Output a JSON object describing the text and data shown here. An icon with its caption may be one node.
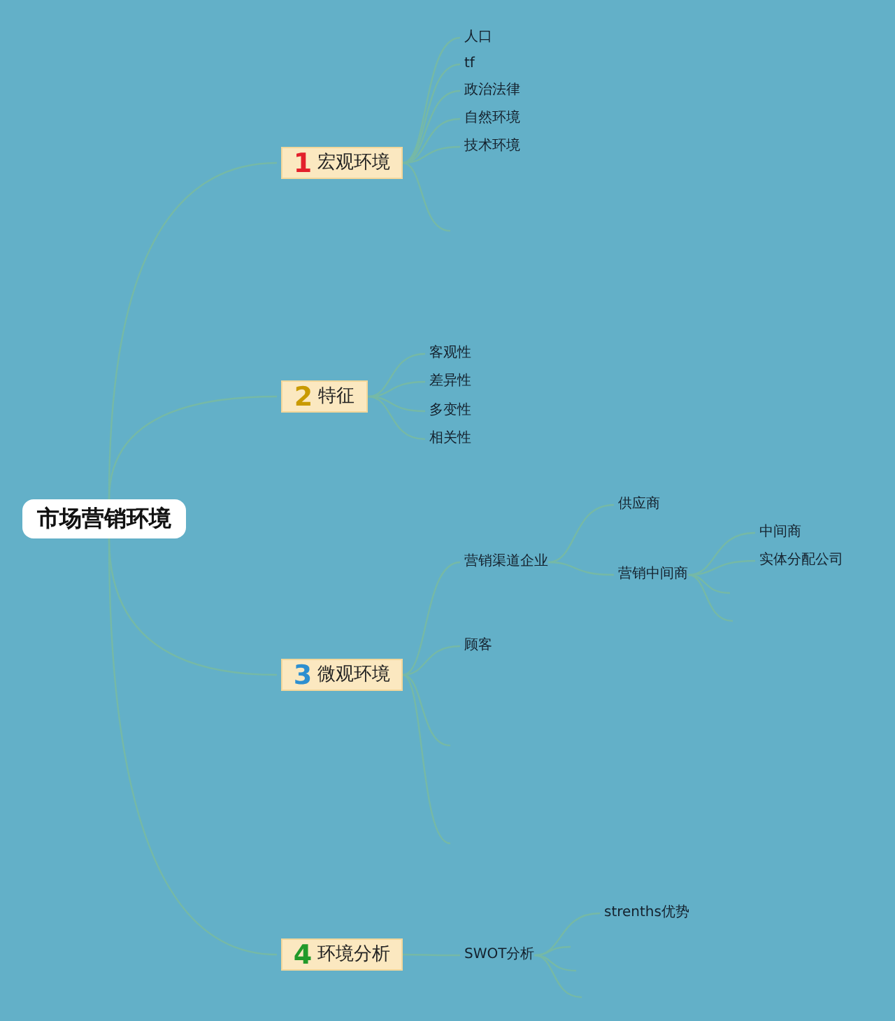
{
  "diagram": {
    "nodes": [
      {
        "text": [
          "市场营销环境"
        ]
      },
      {
        "text": [
          "1",
          "宏观环境"
        ]
      },
      {
        "text": [
          "人口"
        ]
      },
      {
        "text": [
          "tf"
        ]
      },
      {
        "text": [
          "政治法律"
        ]
      },
      {
        "text": [
          "自然环境"
        ]
      },
      {
        "text": [
          "技术环境"
        ]
      },
      {
        "text": [
          "2",
          "特征"
        ]
      },
      {
        "text": [
          "客观性"
        ]
      },
      {
        "text": [
          "差异性"
        ]
      },
      {
        "text": [
          "多变性"
        ]
      },
      {
        "text": [
          "相关性"
        ]
      },
      {
        "text": [
          "3",
          "微观环境"
        ]
      },
      {
        "text": [
          "营销渠道企业"
        ]
      },
      {
        "text": [
          "供应商"
        ]
      },
      {
        "text": [
          "营销中间商"
        ]
      },
      {
        "text": [
          "中间商"
        ]
      },
      {
        "text": [
          "实体分配公司"
        ]
      },
      {
        "text": [
          "顾客"
        ]
      },
      {
        "text": [
          "4",
          "环境分析"
        ]
      },
      {
        "text": [
          "SWOT分析"
        ]
      },
      {
        "text": [
          "strenths优势"
        ]
      }
    ],
    "edges": [
      {
        "from": 0,
        "to": 1,
        "arrow": "none"
      },
      {
        "from": 0,
        "to": 7,
        "arrow": "none"
      },
      {
        "from": 0,
        "to": 12,
        "arrow": "none"
      },
      {
        "from": 0,
        "to": 19,
        "arrow": "none"
      },
      {
        "from": 1,
        "to": 2,
        "arrow": "none"
      },
      {
        "from": 1,
        "to": 3,
        "arrow": "none"
      },
      {
        "from": 1,
        "to": 4,
        "arrow": "none"
      },
      {
        "from": 1,
        "to": 5,
        "arrow": "none"
      },
      {
        "from": 1,
        "to": 6,
        "arrow": "none"
      },
      {
        "from": 1,
        "to": null,
        "arrow": "none"
      },
      {
        "from": 7,
        "to": 8,
        "arrow": "none"
      },
      {
        "from": 7,
        "to": 9,
        "arrow": "none"
      },
      {
        "from": 7,
        "to": 10,
        "arrow": "none"
      },
      {
        "from": 7,
        "to": 11,
        "arrow": "none"
      },
      {
        "from": 12,
        "to": 13,
        "arrow": "none"
      },
      {
        "from": 13,
        "to": 14,
        "arrow": "none"
      },
      {
        "from": 13,
        "to": 15,
        "arrow": "none"
      },
      {
        "from": 15,
        "to": 16,
        "arrow": "none"
      },
      {
        "from": 15,
        "to": 17,
        "arrow": "none"
      },
      {
        "from": 15,
        "to": null,
        "arrow": "none"
      },
      {
        "from": 15,
        "to": null,
        "arrow": "none"
      },
      {
        "from": 12,
        "to": 18,
        "arrow": "none"
      },
      {
        "from": 12,
        "to": null,
        "arrow": "none"
      },
      {
        "from": 12,
        "to": null,
        "arrow": "none"
      },
      {
        "from": 19,
        "to": 20,
        "arrow": "none"
      },
      {
        "from": 20,
        "to": 21,
        "arrow": "none"
      },
      {
        "from": 20,
        "to": null,
        "arrow": "none"
      },
      {
        "from": 20,
        "to": null,
        "arrow": "none"
      },
      {
        "from": 20,
        "to": null,
        "arrow": "none"
      }
    ]
  }
}
